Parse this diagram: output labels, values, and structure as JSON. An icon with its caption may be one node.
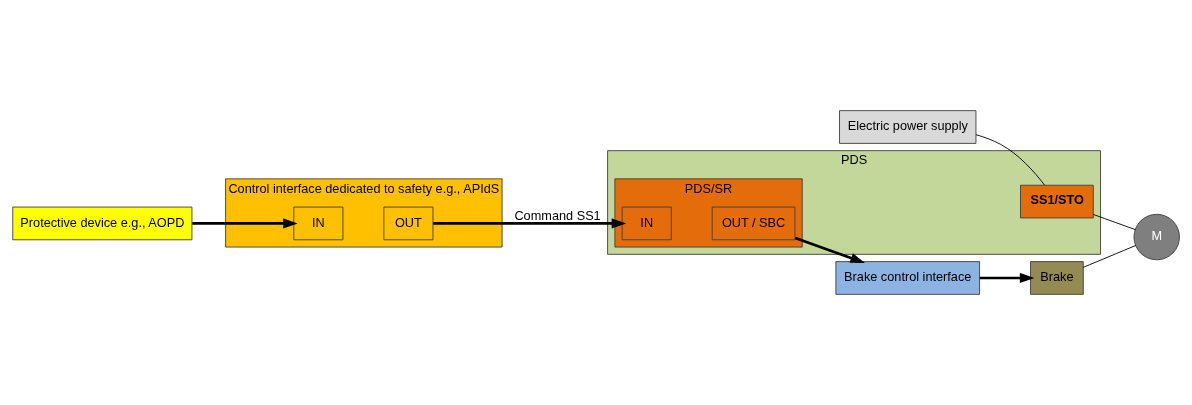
{
  "diagram": {
    "nodes": [
      {
        "text": [
          "Protective device e.g., AOPD"
        ]
      },
      {
        "text": [
          "Control interface dedicated to safety e.g., APIdS"
        ]
      },
      {
        "text": [
          "IN"
        ],
        "in": 1
      },
      {
        "text": [
          "OUT"
        ],
        "in": 1
      },
      {
        "text": [
          "PDS"
        ]
      },
      {
        "text": [
          "PDS/SR"
        ],
        "in": 4
      },
      {
        "text": [
          "IN"
        ],
        "in": 5
      },
      {
        "text": [
          "OUT / SBC"
        ],
        "in": 5
      },
      {
        "text": [
          "SS1/STO"
        ],
        "in": 4
      },
      {
        "text": [
          "Brake control interface"
        ]
      },
      {
        "text": [
          "Brake"
        ]
      },
      {
        "text": [
          "Electric power supply"
        ]
      },
      {
        "text": [
          "M"
        ]
      }
    ],
    "edges": [
      {
        "from": 0,
        "to": 2,
        "arrow": "to"
      },
      {
        "from": 3,
        "to": 6,
        "arrow": "to",
        "label": "Command SS1"
      },
      {
        "from": 7,
        "to": 9,
        "arrow": "to"
      },
      {
        "from": 9,
        "to": 10,
        "arrow": "to"
      },
      {
        "from": 11,
        "to": 8,
        "arrow": "none"
      },
      {
        "from": 8,
        "to": 12,
        "arrow": "none"
      },
      {
        "from": 10,
        "to": 12,
        "arrow": "none"
      }
    ]
  }
}
